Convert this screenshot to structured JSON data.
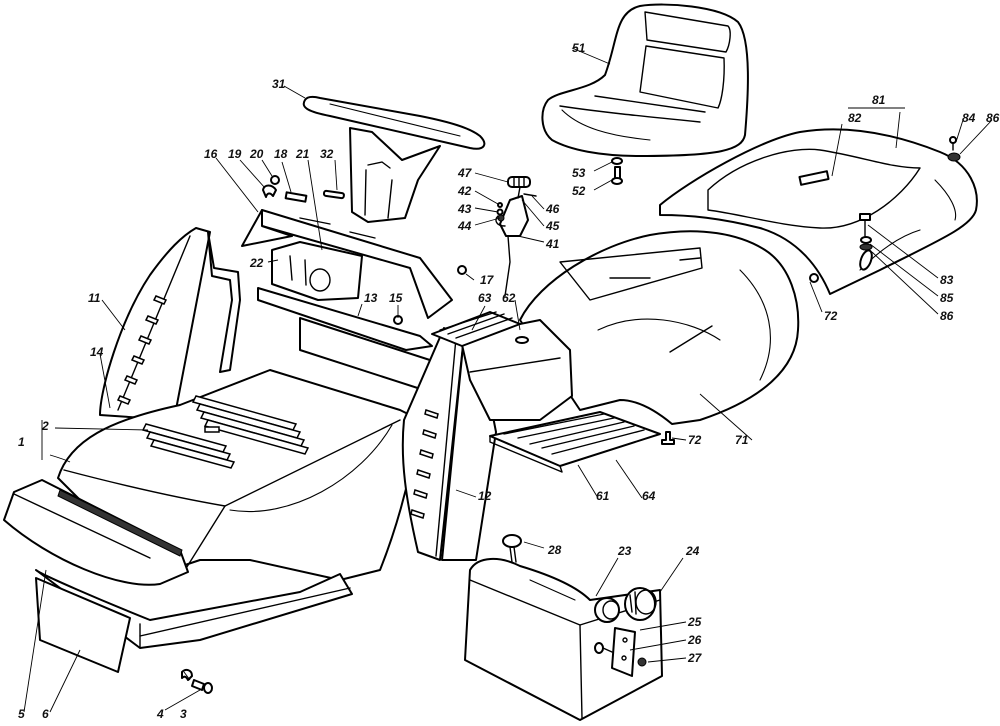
{
  "diagram": {
    "type": "exploded-parts-view",
    "subject": "Ride-on mower body panels, steering, seat, fuel tank",
    "callouts": [
      {
        "id": "c1",
        "label": "1"
      },
      {
        "id": "c2",
        "label": "2"
      },
      {
        "id": "c3",
        "label": "3"
      },
      {
        "id": "c4",
        "label": "4"
      },
      {
        "id": "c5",
        "label": "5"
      },
      {
        "id": "c6",
        "label": "6"
      },
      {
        "id": "c11",
        "label": "11"
      },
      {
        "id": "c12",
        "label": "12"
      },
      {
        "id": "c13",
        "label": "13"
      },
      {
        "id": "c14",
        "label": "14"
      },
      {
        "id": "c15",
        "label": "15"
      },
      {
        "id": "c16",
        "label": "16"
      },
      {
        "id": "c17",
        "label": "17"
      },
      {
        "id": "c18",
        "label": "18"
      },
      {
        "id": "c19",
        "label": "19"
      },
      {
        "id": "c20",
        "label": "20"
      },
      {
        "id": "c21",
        "label": "21"
      },
      {
        "id": "c22",
        "label": "22"
      },
      {
        "id": "c23",
        "label": "23"
      },
      {
        "id": "c24",
        "label": "24"
      },
      {
        "id": "c25",
        "label": "25"
      },
      {
        "id": "c26",
        "label": "26"
      },
      {
        "id": "c27",
        "label": "27"
      },
      {
        "id": "c28",
        "label": "28"
      },
      {
        "id": "c31",
        "label": "31"
      },
      {
        "id": "c32",
        "label": "32"
      },
      {
        "id": "c41",
        "label": "41"
      },
      {
        "id": "c42",
        "label": "42"
      },
      {
        "id": "c43",
        "label": "43"
      },
      {
        "id": "c44",
        "label": "44"
      },
      {
        "id": "c45",
        "label": "45"
      },
      {
        "id": "c46",
        "label": "46"
      },
      {
        "id": "c47",
        "label": "47"
      },
      {
        "id": "c51",
        "label": "51"
      },
      {
        "id": "c52",
        "label": "52"
      },
      {
        "id": "c53",
        "label": "53"
      },
      {
        "id": "c61",
        "label": "61"
      },
      {
        "id": "c62",
        "label": "62"
      },
      {
        "id": "c63",
        "label": "63"
      },
      {
        "id": "c64",
        "label": "64"
      },
      {
        "id": "c71",
        "label": "71"
      },
      {
        "id": "c72a",
        "label": "72"
      },
      {
        "id": "c72b",
        "label": "72"
      },
      {
        "id": "c81",
        "label": "81"
      },
      {
        "id": "c82",
        "label": "82"
      },
      {
        "id": "c83",
        "label": "83"
      },
      {
        "id": "c84",
        "label": "84"
      },
      {
        "id": "c85",
        "label": "85"
      },
      {
        "id": "c86a",
        "label": "86"
      },
      {
        "id": "c86b",
        "label": "86"
      }
    ]
  }
}
